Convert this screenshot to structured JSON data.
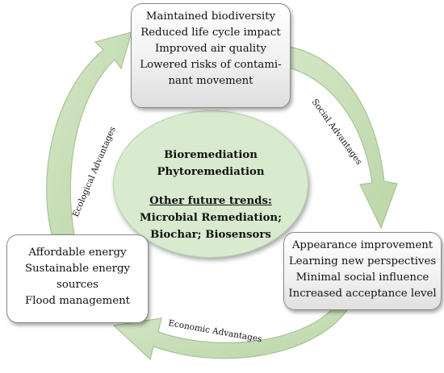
{
  "diagram": {
    "top_box": [
      "Maintained biodiversity",
      "Reduced life cycle impact",
      "Improved air quality",
      "Lowered risks of contami-",
      "nant movement"
    ],
    "left_box": [
      "Affordable energy",
      "Sustainable energy",
      "sources",
      "Flood management"
    ],
    "right_box": [
      "Appearance improvement",
      "Learning new perspectives",
      "Minimal social influence",
      "Increased acceptance level"
    ],
    "center": {
      "line1": "Bioremediation",
      "line2": "Phytoremediation",
      "heading": "Other future trends:",
      "line3": "Microbial Remediation;",
      "line4": "Biochar; Biosensors"
    },
    "arrow_labels": {
      "ecological": "Ecological Advantages",
      "social": "Social Advantages",
      "economic": "Economic Advantages"
    },
    "colors": {
      "arrow_fill": "#c9deb8",
      "arrow_stroke": "#a9c496",
      "center_fill": "#d9ebcf"
    }
  }
}
